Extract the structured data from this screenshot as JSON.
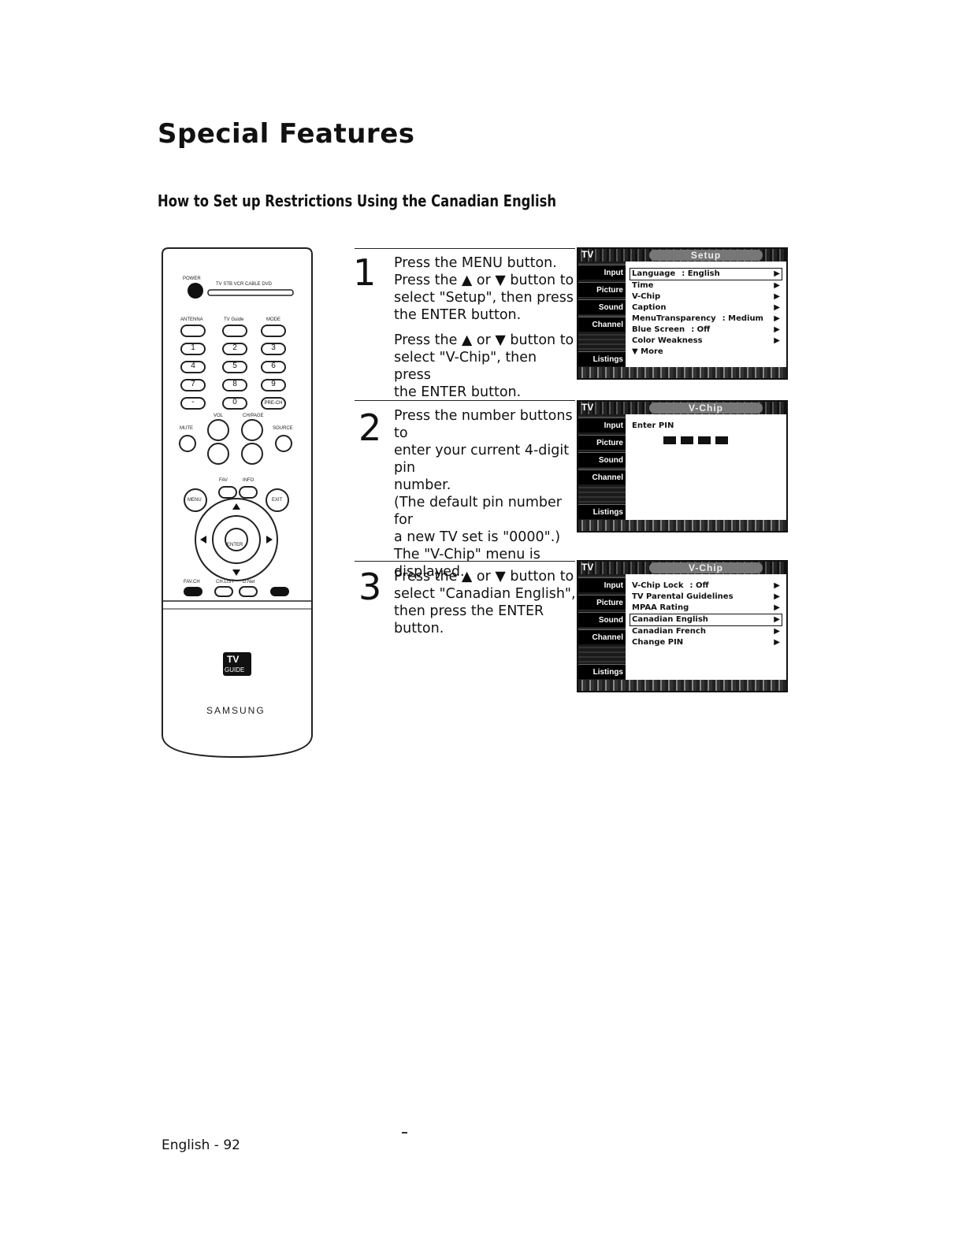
{
  "page": {
    "title": "Special Features",
    "subtitle": "How to Set up Restrictions Using the Canadian English",
    "footer": "English - 92"
  },
  "steps": [
    {
      "number": "1",
      "paragraphs": [
        "Press the MENU button.\nPress the ▲ or ▼ button to\nselect \"Setup\", then press\nthe ENTER button.",
        "Press the ▲ or ▼ button to\nselect \"V-Chip\", then press\nthe ENTER button."
      ]
    },
    {
      "number": "2",
      "paragraphs": [
        "Press the number buttons to\nenter your current 4-digit pin\nnumber.\n(The default pin number for\na new TV set is \"0000\".)\nThe \"V-Chip\" menu is\ndisplayed."
      ]
    },
    {
      "number": "3",
      "paragraphs": [
        "Press the ▲ or ▼ button to\nselect \"Canadian English\",\nthen press the ENTER button."
      ]
    }
  ],
  "screens": [
    {
      "tv_tag": "TV",
      "title": "Setup",
      "side": [
        "Input",
        "Picture",
        "Sound",
        "Channel",
        "",
        "Listings"
      ],
      "rows": [
        {
          "label": "Language",
          "value": ": English",
          "arrow": "▶",
          "selected": true
        },
        {
          "label": "Time",
          "value": "",
          "arrow": "▶"
        },
        {
          "label": "V-Chip",
          "value": "",
          "arrow": "▶"
        },
        {
          "label": "Caption",
          "value": "",
          "arrow": "▶"
        },
        {
          "label": "MenuTransparency",
          "value": ": Medium",
          "arrow": "▶"
        },
        {
          "label": "Blue Screen",
          "value": ": Off",
          "arrow": "▶"
        },
        {
          "label": "Color Weakness",
          "value": "",
          "arrow": "▶"
        },
        {
          "label": "▼ More",
          "value": "",
          "arrow": ""
        }
      ]
    },
    {
      "tv_tag": "TV",
      "title": "V-Chip",
      "side": [
        "Input",
        "Picture",
        "Sound",
        "Channel",
        "",
        "Listings"
      ],
      "pin_label": "Enter PIN"
    },
    {
      "tv_tag": "TV",
      "title": "V-Chip",
      "side": [
        "Input",
        "Picture",
        "Sound",
        "Channel",
        "",
        "Listings"
      ],
      "rows": [
        {
          "label": "V-Chip Lock",
          "value": ": Off",
          "arrow": "▶"
        },
        {
          "label": "TV Parental Guidelines",
          "value": "",
          "arrow": "▶"
        },
        {
          "label": "MPAA Rating",
          "value": "",
          "arrow": "▶"
        },
        {
          "label": "Canadian English",
          "value": "",
          "arrow": "▶",
          "selected": true
        },
        {
          "label": "Canadian French",
          "value": "",
          "arrow": "▶"
        },
        {
          "label": "Change PIN",
          "value": "",
          "arrow": "▶"
        }
      ]
    }
  ],
  "remote": {
    "power_label": "POWER",
    "mode_labels": "TV  STB  VCR  CABLE  DVD",
    "top_labels": [
      "ANTENNA",
      "TV Guide",
      "MODE"
    ],
    "numbers": [
      "1",
      "2",
      "3",
      "4",
      "5",
      "6",
      "7",
      "8",
      "9",
      "-",
      "0",
      "PRE-CH"
    ],
    "vol_label": "VOL",
    "ch_label": "CH/PAGE",
    "mute_label": "MUTE",
    "source_label": "SOURCE",
    "favorite_label": "FAV",
    "info_label": "INFO",
    "menu_label": "MENU",
    "exit_label": "EXIT",
    "enter_label": "ENTER",
    "bottom_labels": [
      "FAV.CH",
      "CH.LIST",
      "D.Net",
      ""
    ],
    "guide_logo_top": "TV",
    "guide_logo_bottom": "GUIDE",
    "brand": "SAMSUNG"
  }
}
